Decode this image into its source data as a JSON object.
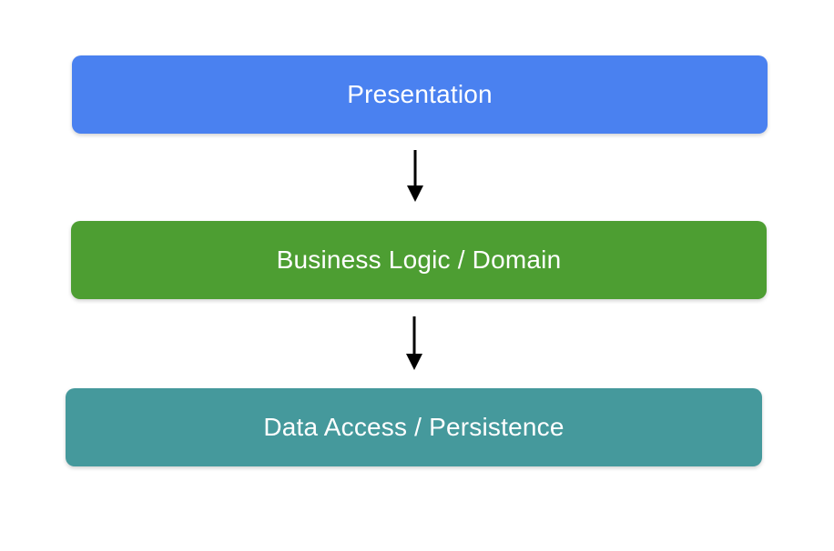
{
  "canvas": {
    "background": "#ffffff"
  },
  "diagram": {
    "type": "layered-architecture",
    "layers": [
      {
        "label": "Presentation",
        "fill": "#4a81f0",
        "text_color": "#ffffff"
      },
      {
        "label": "Business Logic / Domain",
        "fill": "#4d9e32",
        "text_color": "#ffffff"
      },
      {
        "label": "Data Access / Persistence",
        "fill": "#45999c",
        "text_color": "#ffffff"
      }
    ],
    "arrows": [
      {
        "from": "Presentation",
        "to": "Business Logic / Domain",
        "color": "#000000"
      },
      {
        "from": "Business Logic / Domain",
        "to": "Data Access / Persistence",
        "color": "#000000"
      }
    ]
  }
}
